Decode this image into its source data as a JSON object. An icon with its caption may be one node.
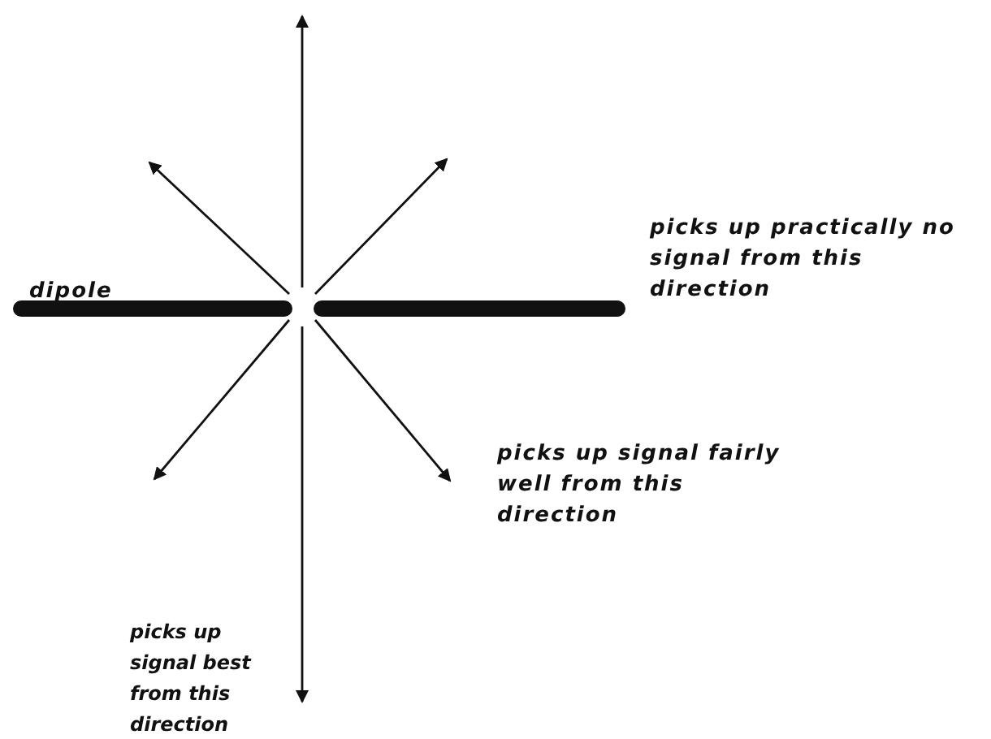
{
  "diagram": {
    "labels": [
      "dipole",
      "picks up practically no signal from this direction",
      "picks up signal fairly well from this direction",
      "picks up signal best from this direction"
    ]
  }
}
